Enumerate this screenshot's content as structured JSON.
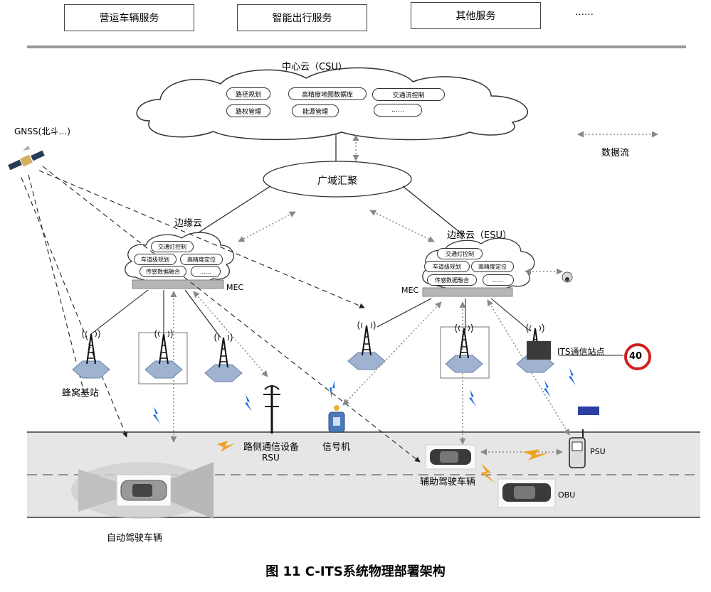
{
  "top_services": {
    "item1": "营运车辆服务",
    "item2": "智能出行服务",
    "item3": "其他服务",
    "more": "……"
  },
  "center_cloud": {
    "title": "中心云（CSU）",
    "items": [
      "路径规划",
      "高精度地图数据库",
      "交通流控制",
      "路权管理",
      "能源管理",
      "……"
    ]
  },
  "wan": "广域汇聚",
  "gnss": "GNSS(北斗…)",
  "legend": "数据流",
  "edge_cloud_left": {
    "title": "边缘云",
    "items": [
      "交通灯控制",
      "车道级规划",
      "高精度定位",
      "传感数据融合",
      "……"
    ],
    "mec": "MEC"
  },
  "edge_cloud_right": {
    "title": "边缘云（ESU）",
    "items": [
      "交通灯控制",
      "车道级规划",
      "高精度定位",
      "传感数据融合",
      "……"
    ],
    "mec": "MEC"
  },
  "labels": {
    "cell_station": "蜂窝基站",
    "roadside_device": "路侧通信设备",
    "rsu": "RSU",
    "signal": "信号机",
    "its_station": "ITS通信站点",
    "speed_sign": "40",
    "psu": "PSU",
    "obu": "OBU",
    "assisted_vehicle": "辅助驾驶车辆",
    "autonomous_vehicle": "自动驾驶车辆"
  },
  "caption": "图 11 C-ITS系统物理部署架构"
}
